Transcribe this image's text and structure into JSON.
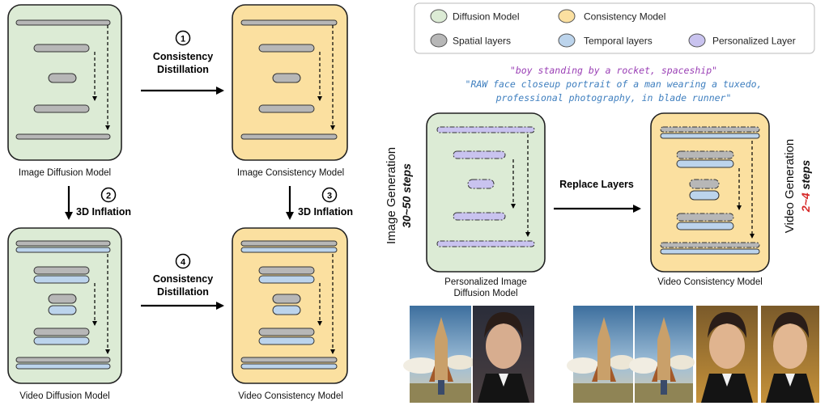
{
  "legend": {
    "diffusion": "Diffusion Model",
    "consistency": "Consistency Model",
    "spatial": "Spatial layers",
    "temporal": "Temporal layers",
    "personalized": "Personalized Layer"
  },
  "left": {
    "box_labels": {
      "image_diffusion": "Image Diffusion Model",
      "image_consistency": "Image Consistency Model",
      "video_diffusion": "Video Diffusion Model",
      "video_consistency": "Video Consistency Model"
    },
    "steps": {
      "s1": {
        "num": "1",
        "line1": "Consistency",
        "line2": "Distillation"
      },
      "s2": {
        "num": "2",
        "label": "3D Inflation"
      },
      "s3": {
        "num": "3",
        "label": "3D Inflation"
      },
      "s4": {
        "num": "4",
        "line1": "Consistency",
        "line2": "Distillation"
      }
    }
  },
  "right": {
    "prompt1": "\"boy standing by a rocket, spaceship\"",
    "prompt2_line1": "\"RAW face closeup portrait of a man wearing a tuxedo,",
    "prompt2_line2": "professional photography, in blade runner\"",
    "image_gen_title": "Image Generation",
    "image_gen_steps": "30~50 steps",
    "video_gen_title": "Video Generation",
    "video_gen_steps_num": "2~4",
    "video_gen_steps_word": " steps",
    "replace_layers": "Replace Layers",
    "personalized_label_line1": "Personalized Image",
    "personalized_label_line2": "Diffusion Model",
    "video_consistency_label": "Video Consistency Model"
  },
  "colors": {
    "diffusion_fill": "#dcebd5",
    "consistency_fill": "#fbe0a0",
    "spatial_fill": "#b7b7b7",
    "temporal_fill": "#bcd4ec",
    "personalized_fill": "#c9c3ef",
    "prompt1_color": "#9a3fb5",
    "prompt2_color": "#3f7fbf",
    "steps_red": "#d62828"
  }
}
